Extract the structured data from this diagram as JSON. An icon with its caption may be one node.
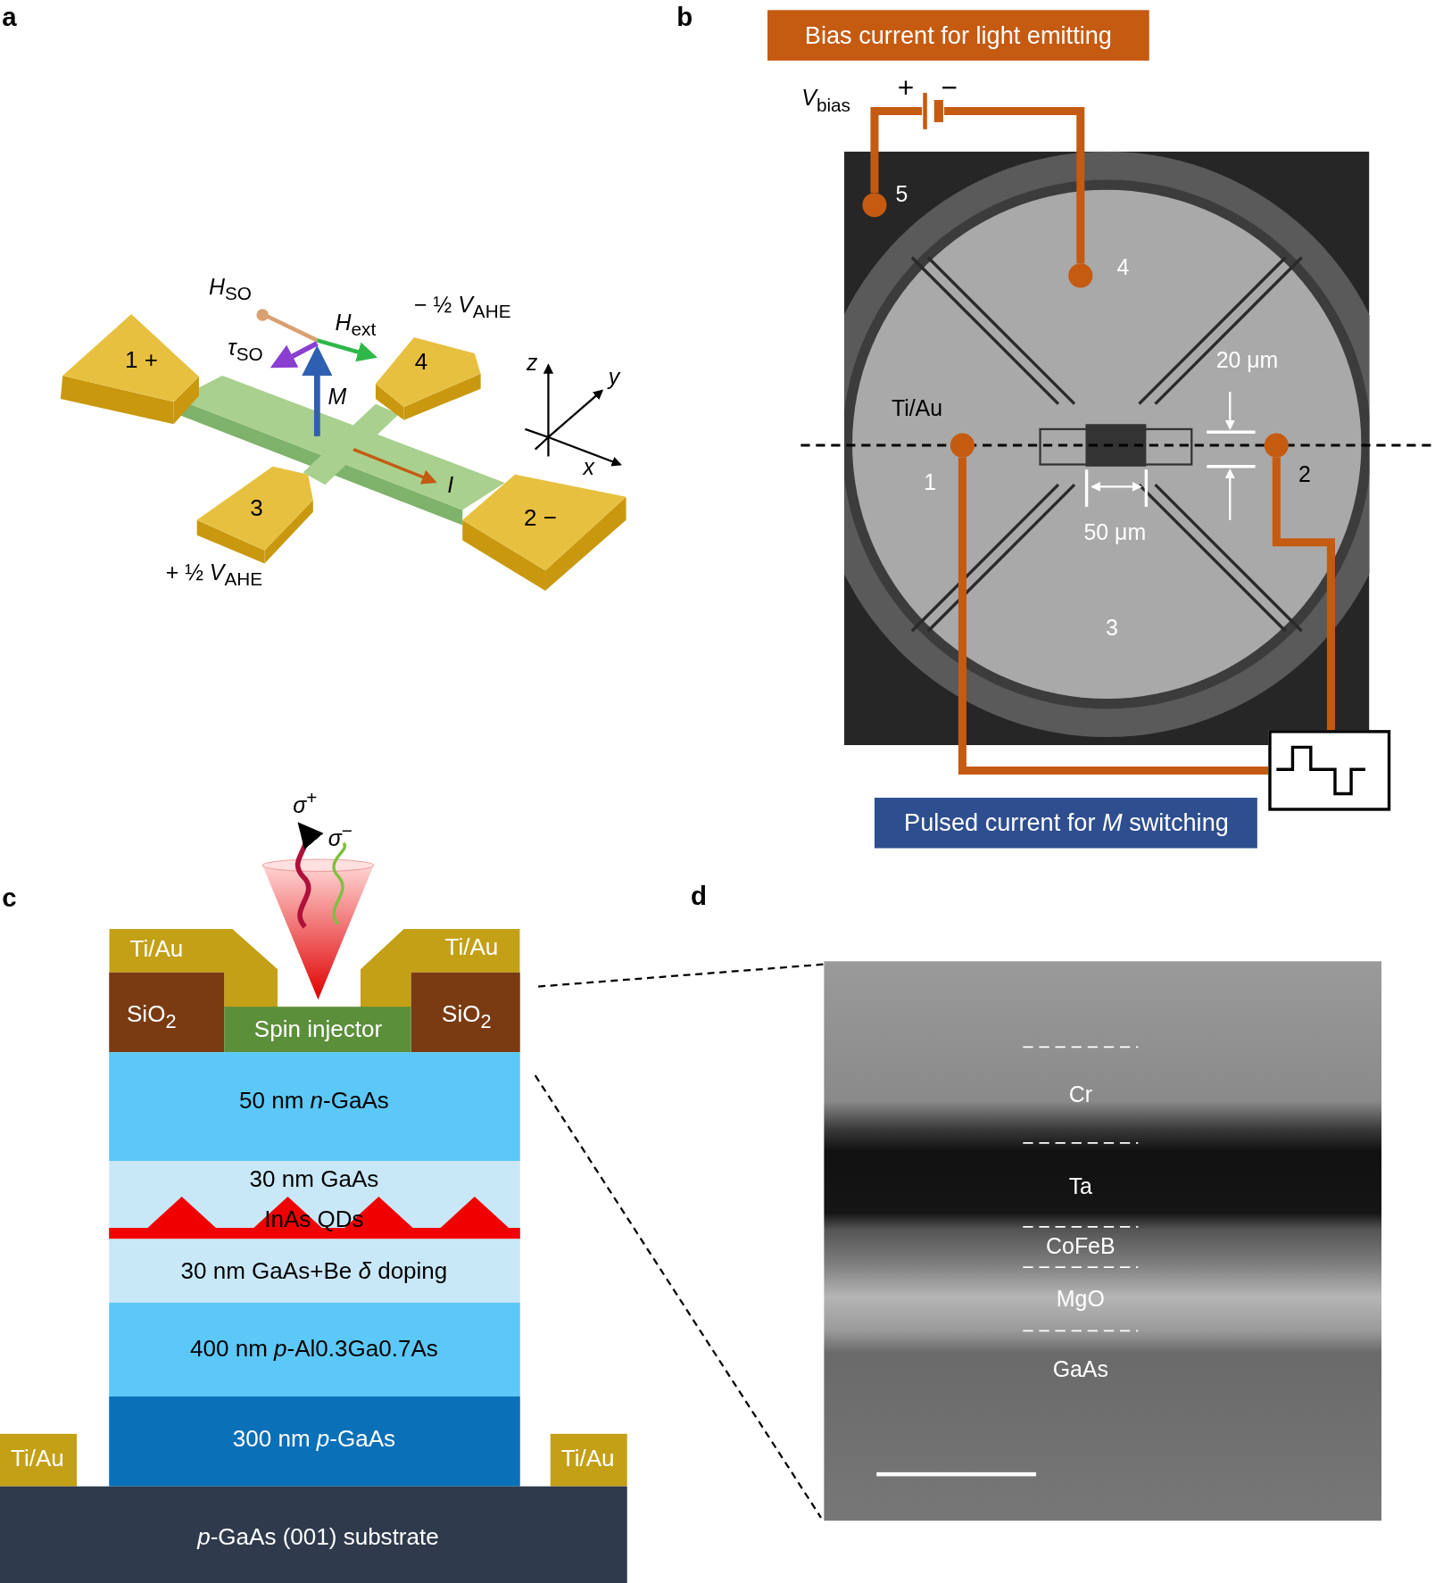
{
  "diagram": {
    "nodes": [
      {
        "text": [
          "1 +"
        ]
      },
      {
        "text": [
          "4"
        ]
      },
      {
        "text": [
          "3"
        ]
      },
      {
        "text": [
          "2 −"
        ]
      },
      {
        "text": [
          "Bias current for light emitting"
        ]
      },
      {
        "text": [],
        "shape": "battery"
      },
      {
        "text": [],
        "shape": "circle"
      },
      {
        "text": [],
        "shape": "circle"
      },
      {
        "text": [],
        "shape": "circle"
      },
      {
        "text": [],
        "shape": "circle"
      },
      {
        "text": [],
        "shape": "box"
      },
      {
        "text": [
          "Pulsed current for *M* switching"
        ]
      },
      {
        "text": [
          "Ti/Au"
        ]
      },
      {
        "text": [
          "Ti/Au"
        ]
      },
      {
        "text": [
          "SiO$_{2}$"
        ]
      },
      {
        "text": [
          "SiO$_{2}$"
        ]
      },
      {
        "text": [
          "Spin injector"
        ]
      },
      {
        "text": [
          "50 nm *n*-GaAs"
        ]
      },
      {
        "text": [
          "30 nm GaAs",
          "InAs QDs"
        ]
      },
      {
        "text": [
          "30 nm GaAs+Be *δ* doping"
        ]
      },
      {
        "text": [
          "400 nm *p*-Al0.3Ga0.7As"
        ]
      },
      {
        "text": [
          "300 nm *p*-GaAs"
        ]
      },
      {
        "text": [
          "Ti/Au"
        ]
      },
      {
        "text": [
          "Ti/Au"
        ]
      },
      {
        "text": [
          "*p*-GaAs (001) substrate"
        ]
      }
    ],
    "edges": [
      {
        "from": 6,
        "to": 5,
        "arrow": "none"
      },
      {
        "from": 5,
        "to": 7,
        "arrow": "none"
      },
      {
        "from": 8,
        "to": 10,
        "arrow": "none"
      },
      {
        "from": 9,
        "to": 10,
        "arrow": "none"
      }
    ],
    "labels": [
      "a",
      "*H*$_{SO}$",
      "− ½ *V*$_{AHE}$",
      "*τ*$_{SO}$",
      "*H*$_{ext}$",
      "*M*",
      "*z*",
      "*y*",
      "*I*",
      "*x*",
      "+ ½ *V*$_{AHE}$",
      "b",
      "*V*$_{bias}$",
      "+",
      "−",
      "5",
      "4",
      "20 μm",
      "Ti/Au",
      "1",
      "2",
      "50 μm",
      "3",
      "c",
      "*σ*$^{+}$",
      "*σ*$^{−}$",
      "d",
      "Cr",
      "Ta",
      "CoFeB",
      "MgO",
      "GaAs"
    ]
  }
}
